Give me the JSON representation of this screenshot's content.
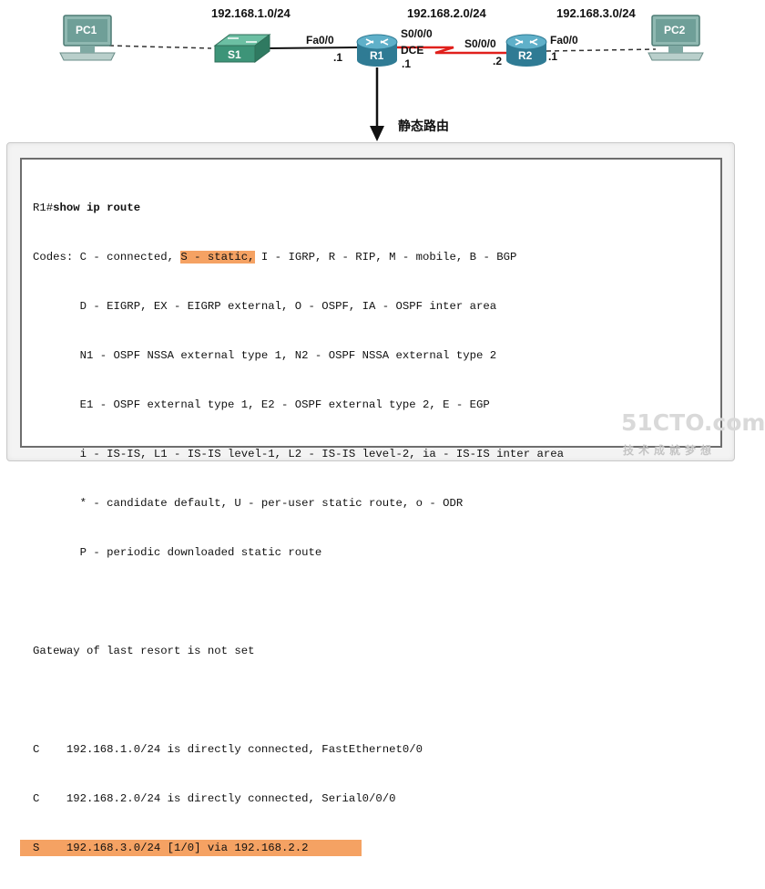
{
  "topology": {
    "networks": {
      "net1": "192.168.1.0/24",
      "net2": "192.168.2.0/24",
      "net3": "192.168.3.0/24"
    },
    "devices": {
      "pc1": "PC1",
      "s1": "S1",
      "r1": "R1",
      "r2": "R2",
      "pc2": "PC2"
    },
    "ports": {
      "r1_fa": "Fa0/0",
      "r1_fa_host": ".1",
      "r1_s0": "S0/0/0",
      "r1_dce": "DCE",
      "r1_s0_host": ".1",
      "r2_s0": "S0/0/0",
      "r2_s0_host": ".2",
      "r2_fa": "Fa0/0",
      "r2_fa_host": ".1"
    },
    "colors": {
      "serial_link": "#e0201c",
      "router": "#3d8ea8",
      "switch": "#3d9478",
      "pc": "#7fa9a3"
    }
  },
  "arrow_label": "静态路由",
  "terminal": {
    "prompt": "R1#",
    "command": "show ip route",
    "codes_prefix": "Codes: C - connected, ",
    "codes_highlight": "S - static,",
    "codes_suffix": " I - IGRP, R - RIP, M - mobile, B - BGP",
    "codes_lines": [
      "       D - EIGRP, EX - EIGRP external, O - OSPF, IA - OSPF inter area",
      "       N1 - OSPF NSSA external type 1, N2 - OSPF NSSA external type 2",
      "       E1 - OSPF external type 1, E2 - OSPF external type 2, E - EGP",
      "       i - IS-IS, L1 - IS-IS level-1, L2 - IS-IS level-2, ia - IS-IS inter area",
      "       * - candidate default, U - per-user static route, o - ODR",
      "       P - periodic downloaded static route"
    ],
    "gateway": "Gateway of last resort is not set",
    "routes": [
      "C    192.168.1.0/24 is directly connected, FastEthernet0/0",
      "C    192.168.2.0/24 is directly connected, Serial0/0/0"
    ],
    "static_route": "S    192.168.3.0/24 [1/0] via 192.168.2.2",
    "highlight_color": "#f5a263"
  },
  "watermark": {
    "brand": "51CTO.com",
    "tagline": "技术成就梦想"
  }
}
